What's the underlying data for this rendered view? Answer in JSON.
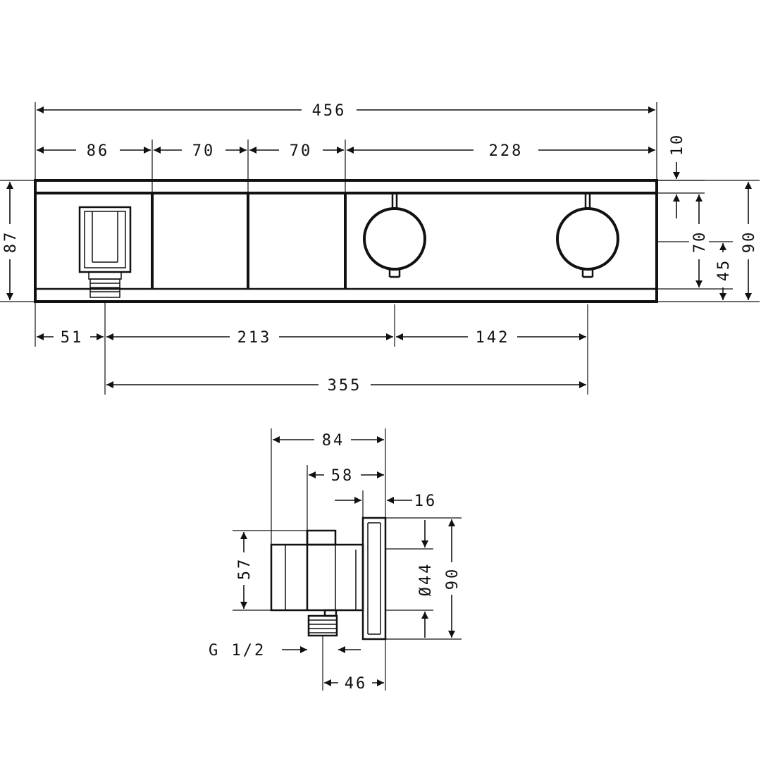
{
  "front_view": {
    "overall_width": "456",
    "segment_1": "86",
    "segment_2": "70",
    "segment_3": "70",
    "segment_4": "228",
    "top_offset": "10",
    "height_outer": "90",
    "height_inner": "87",
    "dim_70_right": "70",
    "dim_45_right": "45",
    "outlet_offset": "51",
    "knob_spacing_1": "213",
    "knob_spacing_2": "142",
    "total_spacing": "355"
  },
  "side_view": {
    "depth_total": "84",
    "depth_body": "58",
    "plate_thickness": "16",
    "body_height": "57",
    "diameter": "Ø44",
    "plate_height": "90",
    "thread": "G 1/2",
    "outlet_depth": "46"
  }
}
